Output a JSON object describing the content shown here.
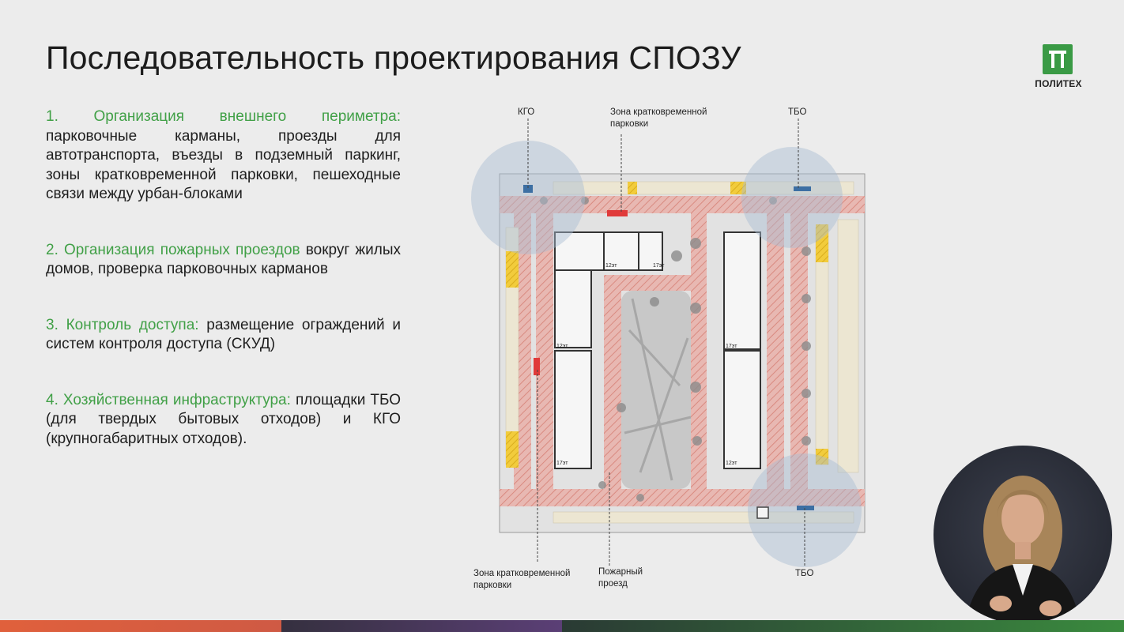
{
  "slide": {
    "title": "Последовательность проектирования СПОЗУ",
    "logo_text": "ПОЛИТЕХ",
    "accent_color": "#41a047"
  },
  "steps": [
    {
      "heading": "1. Организация внешнего периметра:",
      "body": " парковочные карманы, проезды для автотранспорта, въезды в подземный паркинг, зоны кратковременной парковки, пешеходные связи между урбан-блоками"
    },
    {
      "heading": "2. Организация пожарных проездов",
      "body": " вокруг жилых домов, проверка парковочных карманов"
    },
    {
      "heading": "3. Контроль доступа:",
      "body": " размещение ограждений и систем контроля доступа (СКУД)"
    },
    {
      "heading": "4. Хозяйственная инфраструктура:",
      "body": " площадки ТБО (для твердых бытовых отходов) и КГО (крупногабаритных отходов)."
    }
  ],
  "plan": {
    "labels": {
      "kgo": "КГО",
      "short_parking_top": "Зона кратковременной парковки",
      "tbo_top": "ТБО",
      "short_parking_bottom": "Зона кратковременной парковки",
      "fire_lane": "Пожарный проезд",
      "tbo_bottom": "ТБО"
    },
    "floors": {
      "f12_a": "12эт",
      "f12_b": "12эт",
      "f12_c": "12эт",
      "f17_a": "17эт",
      "f17_b": "17эт",
      "f17_c": "17эт"
    }
  },
  "bottom_bar_colors": [
    "#d65a3c",
    "#3b3344",
    "#2f6b3a"
  ]
}
